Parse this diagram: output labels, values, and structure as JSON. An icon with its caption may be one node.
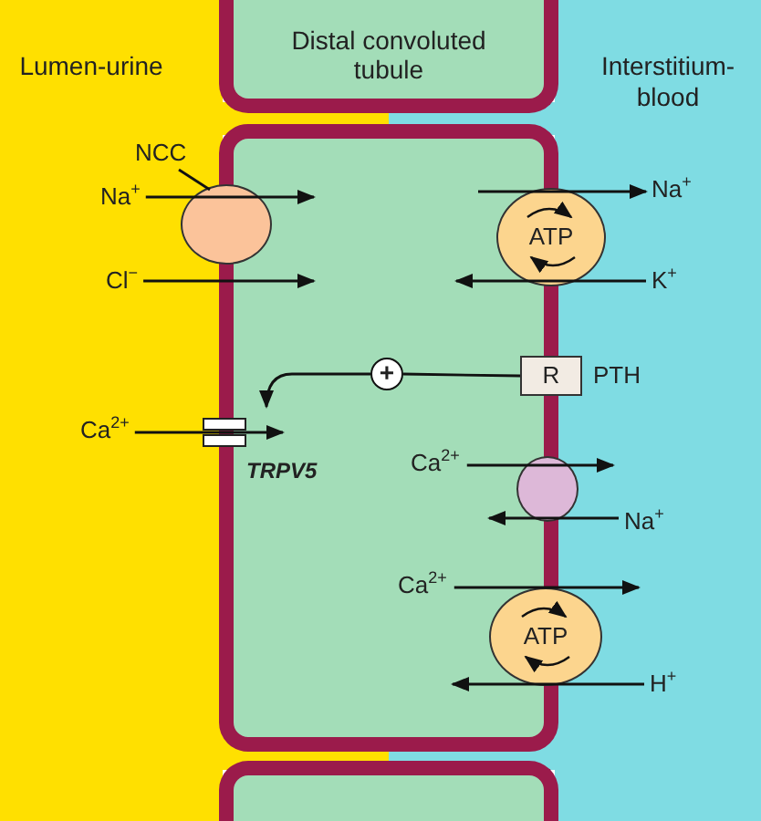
{
  "diagram": {
    "nodes": [
      {
        "text": [
          "Lumen-urine"
        ]
      },
      {
        "text": [
          "Distal convoluted tubule"
        ]
      },
      {
        "text": [
          "Interstitium-blood"
        ]
      },
      {
        "text": [
          "NCC"
        ],
        "in": 0
      },
      {
        "text": [],
        "shape": "circle"
      },
      {
        "text": [
          "Na$^{+}$"
        ],
        "in": 0
      },
      {
        "text": [
          "Cl$^{−}$"
        ],
        "in": 0
      },
      {
        "text": [
          "ATP"
        ]
      },
      {
        "text": [
          "Na$^{+}$"
        ],
        "in": 2
      },
      {
        "text": [
          "K$^{+}$"
        ],
        "in": 2
      },
      {
        "text": [
          "+"
        ]
      },
      {
        "text": [
          "R"
        ],
        "beside": [
          "PTH"
        ]
      },
      {
        "text": [
          "Ca$^{2+}$"
        ],
        "in": 0
      },
      {
        "text": [],
        "shape": "box",
        "beside": [
          "TRPV5"
        ]
      },
      {
        "text": [
          "Ca$^{2+}$"
        ]
      },
      {
        "text": [],
        "shape": "circle"
      },
      {
        "text": [
          "Na$^{+}$"
        ],
        "in": 2
      },
      {
        "text": [
          "Ca$^{2+}$"
        ]
      },
      {
        "text": [
          "ATP"
        ]
      },
      {
        "text": [
          "H$^{+}$"
        ],
        "in": 2
      }
    ],
    "edges": [
      {
        "from": 3,
        "to": 4,
        "arrow": "none"
      },
      {
        "from": 5,
        "to": 4,
        "arrow": "to"
      },
      {
        "from": 6,
        "to": 4,
        "arrow": "to"
      },
      {
        "from": 7,
        "to": 8,
        "arrow": "to"
      },
      {
        "from": 9,
        "to": 7,
        "arrow": "to"
      },
      {
        "from": 11,
        "to": 10,
        "arrow": "none"
      },
      {
        "from": 10,
        "to": 13,
        "arrow": "to"
      },
      {
        "from": 12,
        "to": 13,
        "arrow": "to"
      },
      {
        "from": 14,
        "to": 15,
        "arrow": "to"
      },
      {
        "from": 16,
        "to": 15,
        "arrow": "to"
      },
      {
        "from": 17,
        "to": 18,
        "arrow": "to"
      },
      {
        "from": 19,
        "to": 18,
        "arrow": "to"
      }
    ]
  }
}
